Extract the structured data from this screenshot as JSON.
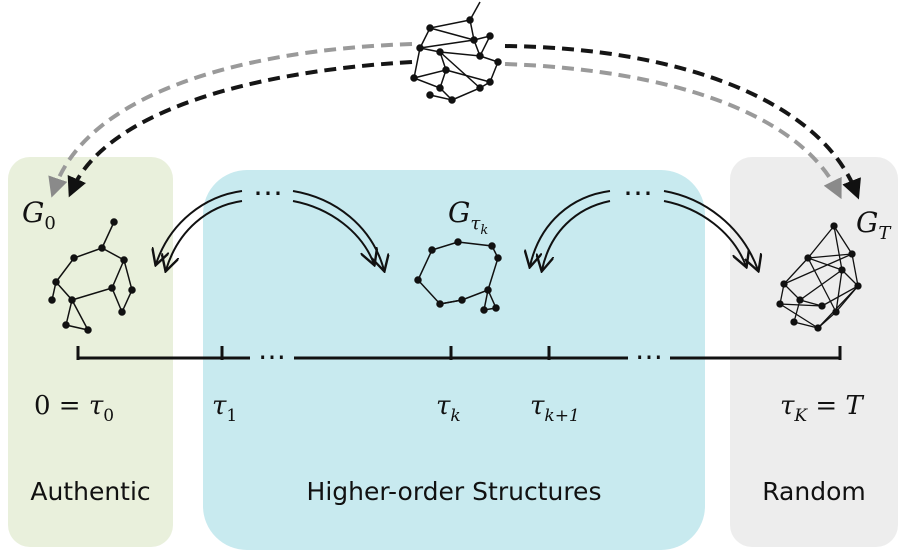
{
  "graphs": {
    "g0": {
      "base": "G",
      "sub": "0"
    },
    "gtk": {
      "base": "G",
      "sub": "τ",
      "subsub": "k"
    },
    "gt": {
      "base": "G",
      "sub": "T"
    }
  },
  "ticks": {
    "t0": {
      "lead": "0 = ",
      "sym": "τ",
      "sub": "0"
    },
    "t1": {
      "sym": "τ",
      "sub": "1"
    },
    "tk": {
      "sym": "τ",
      "sub": "k"
    },
    "tk1": {
      "sym": "τ",
      "sub": "k+1"
    },
    "tK": {
      "sym": "τ",
      "sub": "K",
      "tail": " = T"
    }
  },
  "ellipsis": "⋯",
  "captions": {
    "left": "Authentic",
    "middle": "Higher-order Structures",
    "right": "Random"
  }
}
